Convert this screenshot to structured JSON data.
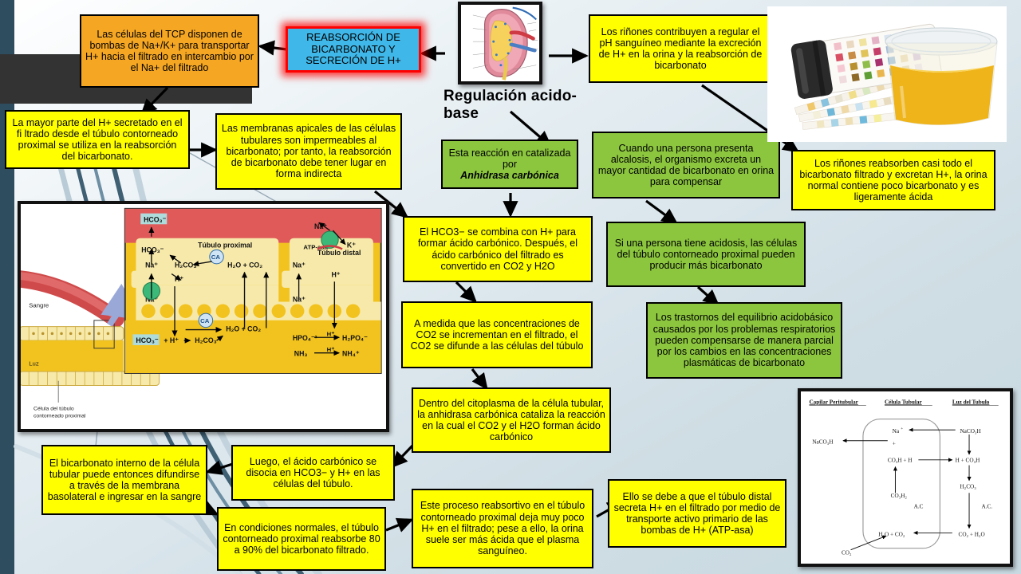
{
  "title": {
    "line1": "Regulación",
    "line2": "acido-base"
  },
  "center_node": {
    "label": "REABSORCIÓN  DE\nBICARBONATO  Y\nSECRECIÓN  DE H+"
  },
  "nodes": [
    {
      "id": "tcp-pumps",
      "color": "orange",
      "text": "Las células del TCP disponen de bombas de Na+/K+ para transportar H+ hacia el filtrado en intercambio por el Na+ del filtrado"
    },
    {
      "id": "h-secretado",
      "color": "yellow",
      "text": "La mayor parte del H+ secretado en el fi ltrado desde el túbulo contorneado proximal se utiliza en la reabsorción del bicarbonato."
    },
    {
      "id": "membranas-apicales",
      "color": "yellow",
      "text": "Las membranas apicales de las células tubulares son impermeables al bicarbonato; por tanto, la reabsorción de bicarbonato debe tener lugar en forma indirecta"
    },
    {
      "id": "riñones-ph",
      "color": "yellow",
      "text": "Los riñones contribuyen a regular el pH sanguíneo mediante la excreción de H+ en la orina y la reabsorción de bicarbonato"
    },
    {
      "id": "anhidrasa",
      "color": "green",
      "text_normal": "Esta reacción en catalizada por ",
      "text_italic": "Anhidrasa  carbónica"
    },
    {
      "id": "alcalosis",
      "color": "green",
      "text": "Cuando una persona presenta alcalosis, el organismo excreta un mayor cantidad de bicarbonato en orina para compensar"
    },
    {
      "id": "riñones-reabsorben",
      "color": "yellow",
      "text": "Los riñones reabsorben casi todo el bicarbonato filtrado y excretan H+, la orina normal contiene poco bicarbonato y es ligeramente ácida"
    },
    {
      "id": "hco3-combina",
      "color": "yellow",
      "text": "El HCO3− se combina con H+ para formar ácido carbónico. Después, el ácido carbónico del filtrado es convertido en CO2 y H2O"
    },
    {
      "id": "acidosis",
      "color": "green",
      "text": "Si una persona tiene acidosis, las células del túbulo contorneado proximal pueden producir más bicarbonato"
    },
    {
      "id": "co2-difunde",
      "color": "yellow",
      "text": "A medida que las concentraciones de CO2 se incrementan en el filtrado, el CO2 se difunde a las células del túbulo"
    },
    {
      "id": "trastornos",
      "color": "green",
      "text": "Los trastornos del equilibrio acidobásico causados por los problemas respiratorios pueden compensarse de manera parcial por los cambios en las concentraciones plasmáticas de bicarbonato"
    },
    {
      "id": "citoplasma",
      "color": "yellow",
      "text": "Dentro del citoplasma de la célula tubular, la anhidrasa carbónica cataliza la reacción en la cual el CO2 y el H2O forman ácido carbónico"
    },
    {
      "id": "bicarbonato-interno",
      "color": "yellow",
      "text": "El bicarbonato interno de la célula tubular puede entonces difundirse a través de la membrana basolateral e ingresar en la sangre"
    },
    {
      "id": "disocia",
      "color": "yellow",
      "text": "Luego, el ácido carbónico se disocia en HCO3− y H+ en las células del túbulo."
    },
    {
      "id": "condiciones-normales",
      "color": "yellow",
      "text": "En condiciones normales, el túbulo contorneado proximal reabsorbe 80 a 90% del bicarbonato filtrado."
    },
    {
      "id": "proceso-reabsortivo",
      "color": "yellow",
      "text": "Este proceso reabsortivo en el túbulo contorneado proximal deja muy poco H+ en el filtrado; pese a ello, la orina suele ser más ácida que el plasma sanguíneo."
    },
    {
      "id": "tubulo-distal",
      "color": "yellow",
      "text": "Ello se debe a que el túbulo distal secreta H+ en el filtrado por medio de transporte activo primario de las bombas de H+ (ATP-asa)"
    }
  ],
  "kidney_image": {
    "alt": "Corte frontal del riñón"
  },
  "urine_strips_image": {
    "alt": "Tira reactiva de orina y muestra de orina"
  },
  "tubule_diagram": {
    "alt": "Esquema de reabsorción de bicarbonato en túbulo proximal y distal",
    "labels": {
      "sangre": "Sangre",
      "luz": "Luz",
      "celula": "Célula del túbulo\ncontorneado proximal",
      "tubulo_proximal": "Túbulo proximal",
      "tubulo_distal": "Túbulo distal",
      "ca": "CA",
      "atpasa": "ATP-asa",
      "na": "Na+",
      "k": "K+",
      "h": "H+",
      "hco3": "HCO3−",
      "h2co3": "H2CO3",
      "h2o": "H2O",
      "co2": "CO2",
      "hpo4": "HPO4−2",
      "h2po4": "H2PO4−",
      "nh3": "NH3",
      "nh4": "NH4+",
      "plus": "+"
    }
  },
  "capillary_diagram": {
    "alt": "Esquema capilar peritubular / célula tubular / luz del túbulo",
    "headers": [
      "Capilar Peritubular",
      "Célula Tubular",
      "Luz del Tubulo"
    ],
    "labels": {
      "nacoh_left": "NaCO3H",
      "nacoh_right": "NaCO3H",
      "na": "Na",
      "plus": "+",
      "co3h_h": "CO3H + H",
      "h_co3h": "H + CO3H",
      "h2co3": "H2CO3",
      "co3h2": "CO3H2",
      "ac_mid": "A.C",
      "ac_right": "A.C.",
      "h2o_co2": "H2O + CO2",
      "co2_h2o": "CO2 + H2O",
      "co2": "CO2"
    }
  },
  "colors": {
    "yellow": "#ffff00",
    "green": "#8cc63f",
    "orange": "#f5a623",
    "cyan": "#3fb7e8",
    "red": "#ff0000",
    "strip": "#2e4d5e",
    "charcoal": "#333333",
    "background": "#cfdde4"
  }
}
